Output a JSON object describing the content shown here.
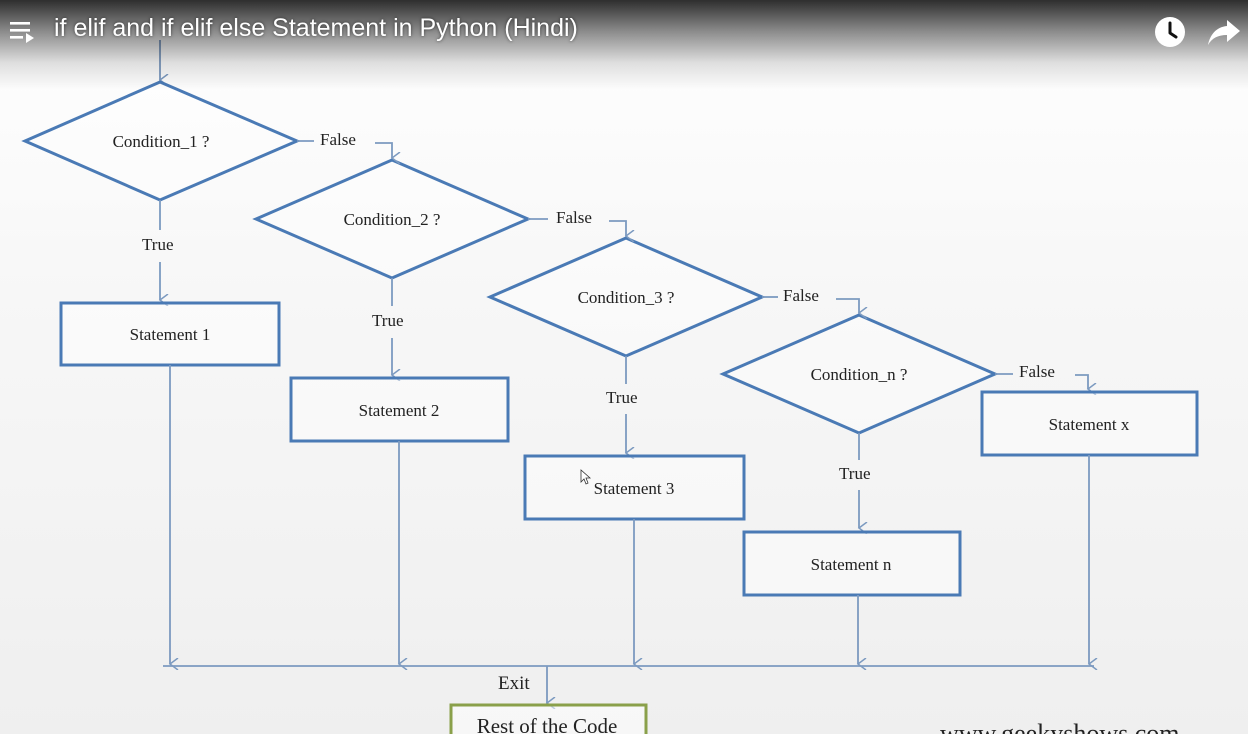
{
  "player": {
    "title": "if elif and if elif else Statement in Python (Hindi)",
    "icons": {
      "playlist": "playlist-icon",
      "watch_later": "clock-icon",
      "share": "share-arrow-icon"
    }
  },
  "flowchart": {
    "conditions": [
      "Condition_1 ?",
      "Condition_2 ?",
      "Condition_3 ?",
      "Condition_n ?"
    ],
    "statements": [
      "Statement 1",
      "Statement 2",
      "Statement 3",
      "Statement n",
      "Statement x"
    ],
    "true_label": "True",
    "false_label": "False",
    "exit_label": "Exit",
    "rest_label": "Rest of the Code"
  },
  "watermark": "www.geekyshows.com",
  "colors": {
    "shape_stroke": "#4a7ab5",
    "line": "#7c9ac0",
    "rest_box_stroke": "#8aa04a"
  }
}
